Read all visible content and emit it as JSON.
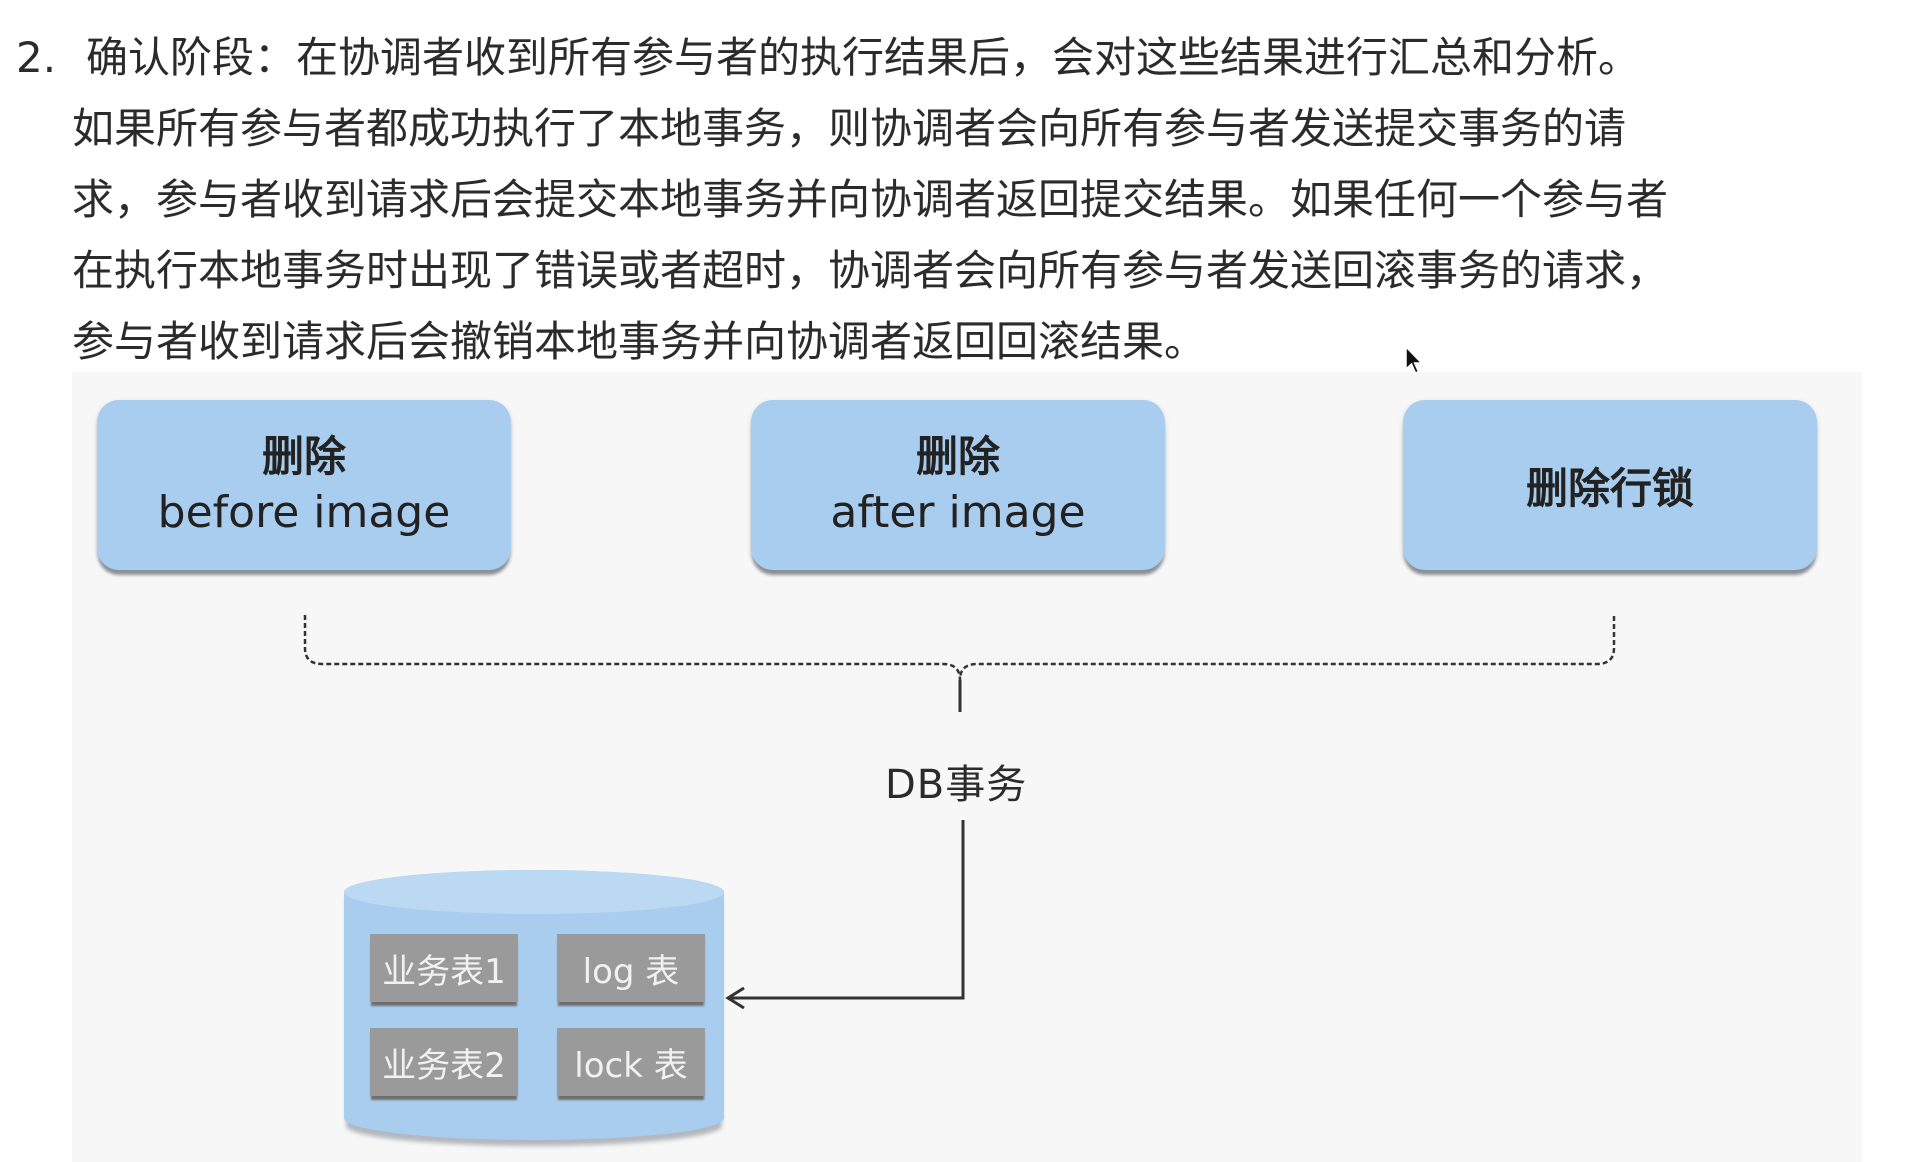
{
  "paragraph": {
    "number": "2.",
    "lines": [
      "确认阶段：在协调者收到所有参与者的执行结果后，会对这些结果进行汇总和分析。",
      "如果所有参与者都成功执行了本地事务，则协调者会向所有参与者发送提交事务的请",
      "求，参与者收到请求后会提交本地事务并向协调者返回提交结果。如果任何一个参与者",
      "在执行本地事务时出现了错误或者超时，协调者会向所有参与者发送回滚事务的请求，",
      "参与者收到请求后会撤销本地事务并向协调者返回回滚结果。"
    ]
  },
  "diagram": {
    "boxes": [
      {
        "line1": "删除",
        "line2": "before image"
      },
      {
        "line1": "删除",
        "line2": "after image"
      },
      {
        "line1": "删除行锁"
      }
    ],
    "db_label": "DB事务",
    "database": {
      "tables": [
        "业务表1",
        "log 表",
        "业务表2",
        "lock 表"
      ]
    },
    "colors": {
      "box_fill": "#a9cdee",
      "table_fill": "#9a9a9a",
      "connector": "#333333"
    }
  }
}
